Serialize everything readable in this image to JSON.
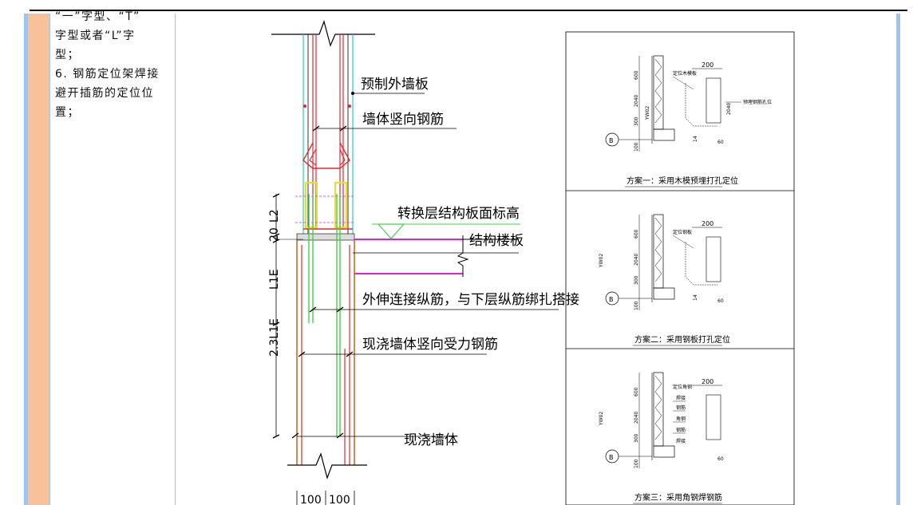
{
  "note_lines": [
    "“一”字型、“T”",
    "字型或者“L”字",
    "型；",
    "6. 钢筋定位架焊接",
    "避开插筋的定位位",
    "置；"
  ],
  "section": {
    "labels": {
      "precast_panel": "预制外墙板",
      "wall_vertical_rebar": "墙体竖向钢筋",
      "transfer_slab_level": "转换层结构板面标高",
      "structural_slab": "结构楼板",
      "extended_rebar": "外伸连接纵筋，与下层纵筋绑扎搭接",
      "cast_wall_rebar": "现浇墙体竖向受力钢筋",
      "cast_wall": "现浇墙体"
    },
    "dims": {
      "l2": "L2",
      "d20": "20",
      "l1e": "L1E",
      "l13": "2.3L1E",
      "w1": "100",
      "w2": "100"
    }
  },
  "details": [
    {
      "caption": "方案一：采用木模预埋打孔定位",
      "top_dim": "200",
      "side_dims": [
        "600",
        "2040",
        "300",
        "100"
      ],
      "code": "YW02",
      "circle": "B",
      "right_dim": "2040",
      "bottom_dim": "60",
      "small_dim": "14",
      "notes": [
        "定位木模板",
        "预埋钢筋孔位"
      ]
    },
    {
      "caption": "方案二：采用钢板打孔定位",
      "top_dim": "200",
      "side_dims": [
        "600",
        "2040",
        "300",
        "100"
      ],
      "code": "YW02",
      "circle": "B",
      "right_dim": "",
      "bottom_dim": "60",
      "small_dim": "14",
      "notes": [
        "定位钢板"
      ]
    },
    {
      "caption": "方案三：采用角钢焊钢筋",
      "top_dim": "200",
      "side_dims": [
        "600",
        "2040",
        "300",
        "100"
      ],
      "code": "YW02",
      "circle": "B",
      "right_dim": "",
      "bottom_dim": "60",
      "small_dim": "",
      "notes": [
        "定位角钢",
        "焊接",
        "钢筋",
        "角钢",
        "钢筋",
        "焊接"
      ]
    }
  ],
  "colors": {
    "accent_blue": "#9cc6ee",
    "orange_column": "#f7c19a",
    "rebar_red": "#e8262a",
    "rebar_orange": "#d46a1d",
    "rebar_green": "#44d044",
    "cyan": "#28c8d8",
    "magenta": "#e020e0",
    "yellow": "#e8e020"
  }
}
